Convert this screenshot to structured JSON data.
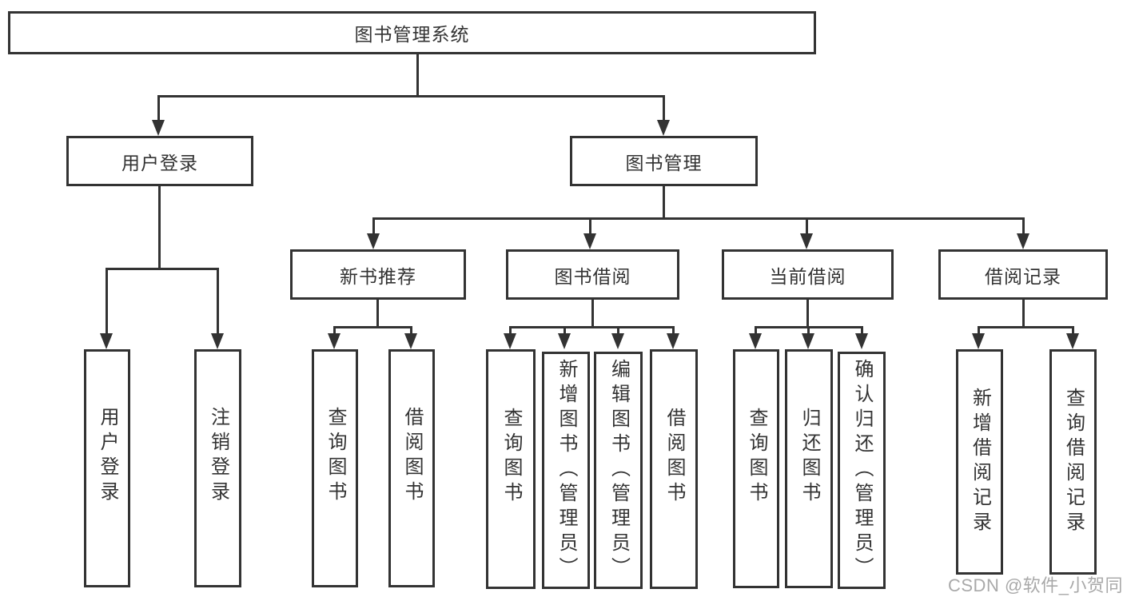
{
  "diagram": {
    "type": "hierarchy-tree",
    "orientation": "top-down",
    "colors": {
      "background": "#ffffff",
      "line": "#333333",
      "box_border": "#333333",
      "box_fill": "#ffffff",
      "text": "#333333",
      "watermark": "#a9a9a9"
    },
    "tree": {
      "label": "图书管理系统",
      "children": [
        {
          "label": "用户登录",
          "children": [
            {
              "label": "用户登录"
            },
            {
              "label": "注销登录"
            }
          ]
        },
        {
          "label": "图书管理",
          "children": [
            {
              "label": "新书推荐",
              "children": [
                {
                  "label": "查询图书"
                },
                {
                  "label": "借阅图书"
                }
              ]
            },
            {
              "label": "图书借阅",
              "children": [
                {
                  "label": "查询图书"
                },
                {
                  "label": "新增图书（管理员）"
                },
                {
                  "label": "编辑图书（管理员）"
                },
                {
                  "label": "借阅图书"
                }
              ]
            },
            {
              "label": "当前借阅",
              "children": [
                {
                  "label": "查询图书"
                },
                {
                  "label": "归还图书"
                },
                {
                  "label": "确认归还（管理员）"
                }
              ]
            },
            {
              "label": "借阅记录",
              "children": [
                {
                  "label": "新增借阅记录"
                },
                {
                  "label": "查询借阅记录"
                }
              ]
            }
          ]
        }
      ]
    },
    "watermark": {
      "text": "CSDN @软件_小贺同学"
    }
  }
}
